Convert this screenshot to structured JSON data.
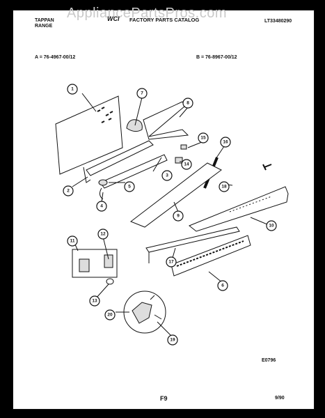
{
  "header": {
    "brand_line1": "TAPPAN",
    "brand_line2": "RANGE",
    "catalog_title": "FACTORY PARTS CATALOG",
    "doc_number": "LT33480290",
    "model_a": "A = 76-4967-00/12",
    "model_b": "B = 76-8967-00/12",
    "logo_text": "WCI"
  },
  "watermark": "AppliancePartsPros.com",
  "callouts": [
    "1",
    "2",
    "3",
    "4",
    "5",
    "6",
    "7",
    "8",
    "9",
    "10",
    "11",
    "12",
    "13",
    "14",
    "15",
    "16",
    "17",
    "18",
    "19",
    "20"
  ],
  "footer": {
    "figure_code": "E0796",
    "page_label": "F9",
    "date": "9/90"
  }
}
